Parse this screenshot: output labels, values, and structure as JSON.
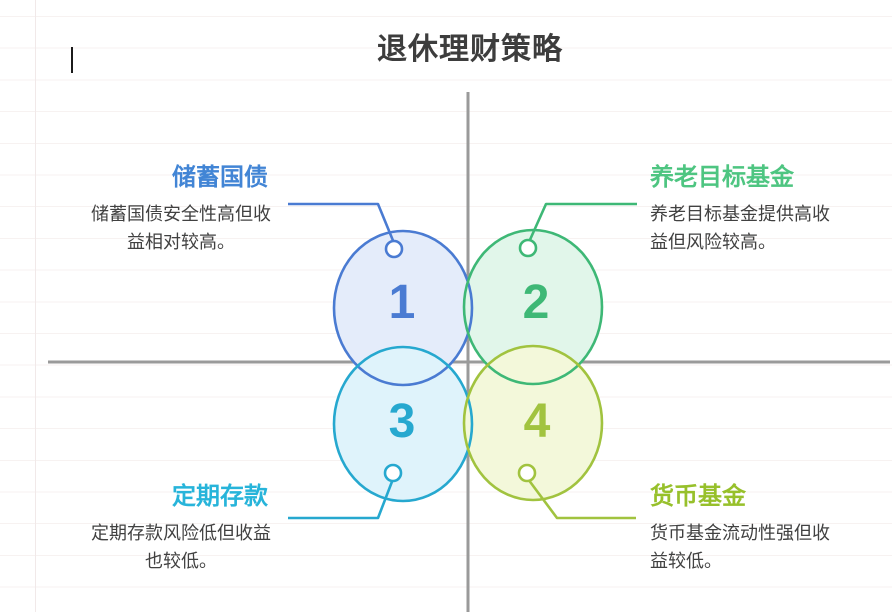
{
  "page": {
    "title": "退休理财策略"
  },
  "items": [
    {
      "number": "1",
      "title": "储蓄国债",
      "description": "储蓄国债安全性高但收益相对较高。",
      "position": "top-left"
    },
    {
      "number": "2",
      "title": "养老目标基金",
      "description": "养老目标基金提供高收益但风险较高。",
      "position": "top-right"
    },
    {
      "number": "3",
      "title": "定期存款",
      "description": "定期存款风险低但收益也较低。",
      "position": "bottom-left"
    },
    {
      "number": "4",
      "title": "货币基金",
      "description": "货币基金流动性强但收益较低。",
      "position": "bottom-right"
    }
  ],
  "colors": {
    "s1": "#4a7bd2",
    "s2": "#3eb876",
    "s3": "#26a8cf",
    "s4": "#a1c33f",
    "fill1": "#e4ecfa",
    "fill2": "#e1f6ea",
    "fill3": "#dff3fb",
    "fill4": "#f3f8da",
    "label1": "#4285d5",
    "label2": "#4ec581",
    "label3": "#27b4da",
    "label4": "#97c02b",
    "title_text": "#3d3d3d",
    "desc_text": "#414141",
    "axis_gray": "#9a9a9a"
  }
}
